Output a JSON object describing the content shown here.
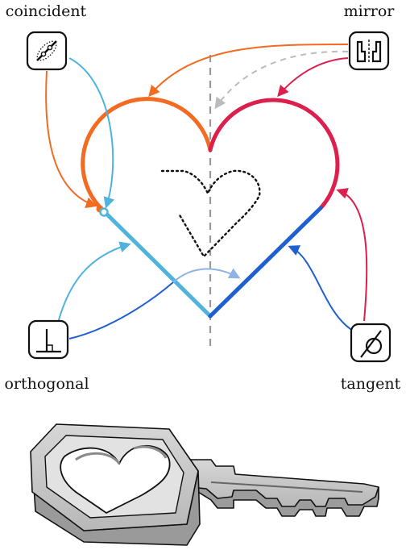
{
  "labels": {
    "coincident": "coincident",
    "mirror": "mirror",
    "orthogonal": "orthogonal",
    "tangent": "tangent"
  },
  "icons": {
    "coincident": "coincident-icon",
    "mirror": "mirror-icon",
    "orthogonal": "orthogonal-icon",
    "tangent": "tangent-icon"
  },
  "colors": {
    "orange": "#f26b21",
    "crimson": "#dc1f4d",
    "light_blue": "#4fb3dc",
    "blue": "#1f5fd0",
    "gray": "#9a9a9a",
    "black": "#111111"
  }
}
